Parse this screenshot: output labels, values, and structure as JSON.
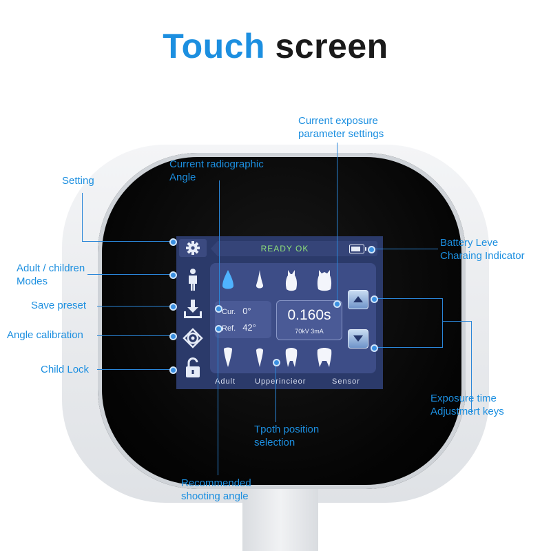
{
  "title": {
    "part1": "Touch",
    "part2": "screen"
  },
  "screen": {
    "status": "READY OK",
    "angle": {
      "cur_label": "Cur.",
      "cur_value": "0°",
      "ref_label": "Ref.",
      "ref_value": "42°"
    },
    "exposure": {
      "time": "0.160s",
      "params": "70kV 3mA"
    },
    "mode_bar": {
      "mode": "Adult",
      "tooth": "Upperincieor",
      "receptor": "Sensor"
    }
  },
  "callouts": {
    "setting": "Setting",
    "adult_children_1": "Adult / children",
    "adult_children_2": "Modes",
    "save_preset": "Save preset",
    "angle_calibration": "Angle calibration",
    "child_lock": "Child Lock",
    "current_angle_1": "Current radiographic",
    "current_angle_2": "Angle",
    "current_exposure_1": "Current exposure",
    "current_exposure_2": "parameter settings",
    "battery_1": "Battery Leve",
    "battery_2": "Charaing Indicator",
    "exposure_keys_1": "Exposure time",
    "exposure_keys_2": "Adjustmert keys",
    "tooth_position_1": "Tpoth position",
    "tooth_position_2": "selection",
    "recommended_1": "Recommended",
    "recommended_2": "shooting angle"
  },
  "colors": {
    "accent": "#1c8fe0",
    "screen_bg": "#2b3a6a",
    "ready_text": "#8fe07a"
  }
}
